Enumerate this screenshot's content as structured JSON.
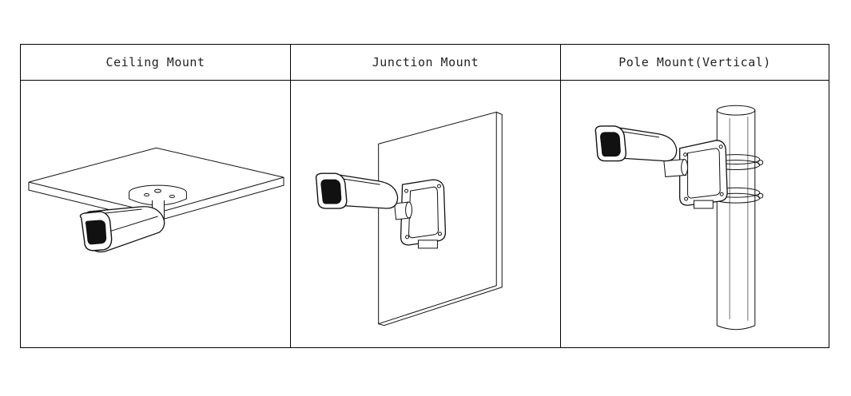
{
  "headers": {
    "ceiling": "Ceiling Mount",
    "junction": "Junction Mount",
    "pole": "Pole Mount(Vertical)"
  }
}
